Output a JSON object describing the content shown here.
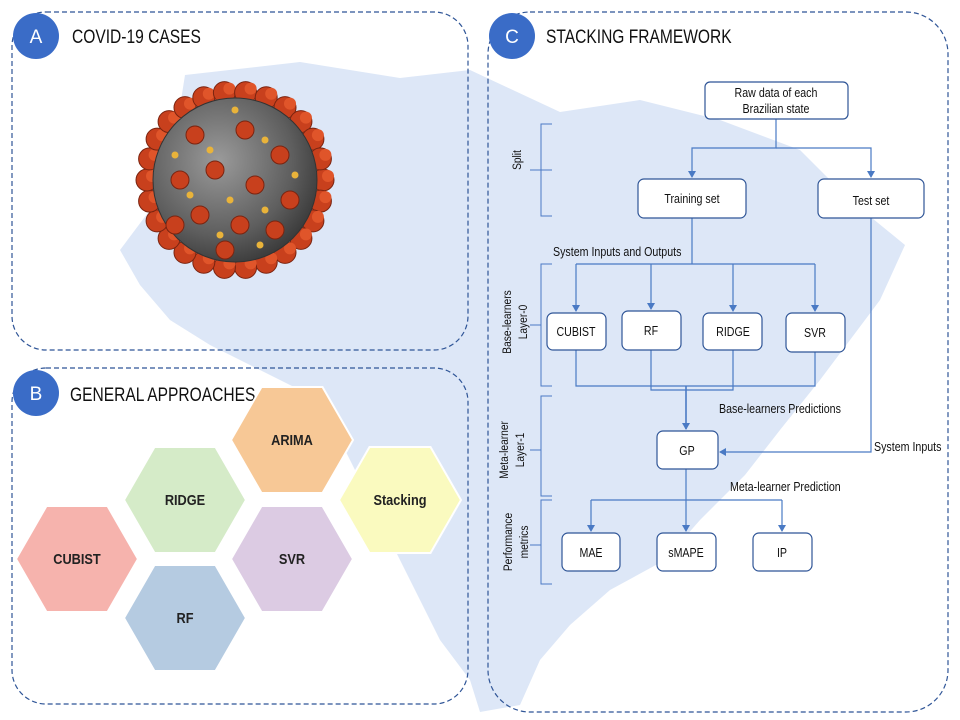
{
  "panels": {
    "a": {
      "badge": "A",
      "title": "COVID-19 CASES"
    },
    "b": {
      "badge": "B",
      "title": "GENERAL APPROACHES"
    },
    "c": {
      "badge": "C",
      "title": "STACKING FRAMEWORK"
    }
  },
  "approaches": [
    {
      "label": "ARIMA",
      "color": "#f7c896"
    },
    {
      "label": "RIDGE",
      "color": "#d5ebc8"
    },
    {
      "label": "Stacking",
      "color": "#fafabf"
    },
    {
      "label": "CUBIST",
      "color": "#f6b3ad"
    },
    {
      "label": "SVR",
      "color": "#dccbe3"
    },
    {
      "label": "RF",
      "color": "#b5cbe1"
    }
  ],
  "flow": {
    "raw_data_line1": "Raw data of each",
    "raw_data_line2": "Brazilian state",
    "training_set": "Training set",
    "test_set": "Test set",
    "system_inputs_outputs": "System Inputs and Outputs",
    "base_learners": [
      "CUBIST",
      "RF",
      "RIDGE",
      "SVR"
    ],
    "base_learners_predictions": "Base-learners Predictions",
    "system_inputs": "System Inputs",
    "gp": "GP",
    "meta_learner_prediction": "Meta-learner Prediction",
    "metrics": [
      "MAE",
      "sMAPE",
      "IP"
    ]
  },
  "side_labels": {
    "split": "Split",
    "base_line1": "Base-learners",
    "base_line2": "Layer-0",
    "meta_line1": "Meta-learner",
    "meta_line2": "Layer-1",
    "perf_line1": "Performance",
    "perf_line2": "metrics"
  },
  "colors": {
    "badge": "#3a6cc7",
    "map": "#dde7f7",
    "arrow": "#4a7ac4",
    "box_border": "#2f5597",
    "virus_red": "#c8401d",
    "virus_body": "#6e6e6e"
  }
}
